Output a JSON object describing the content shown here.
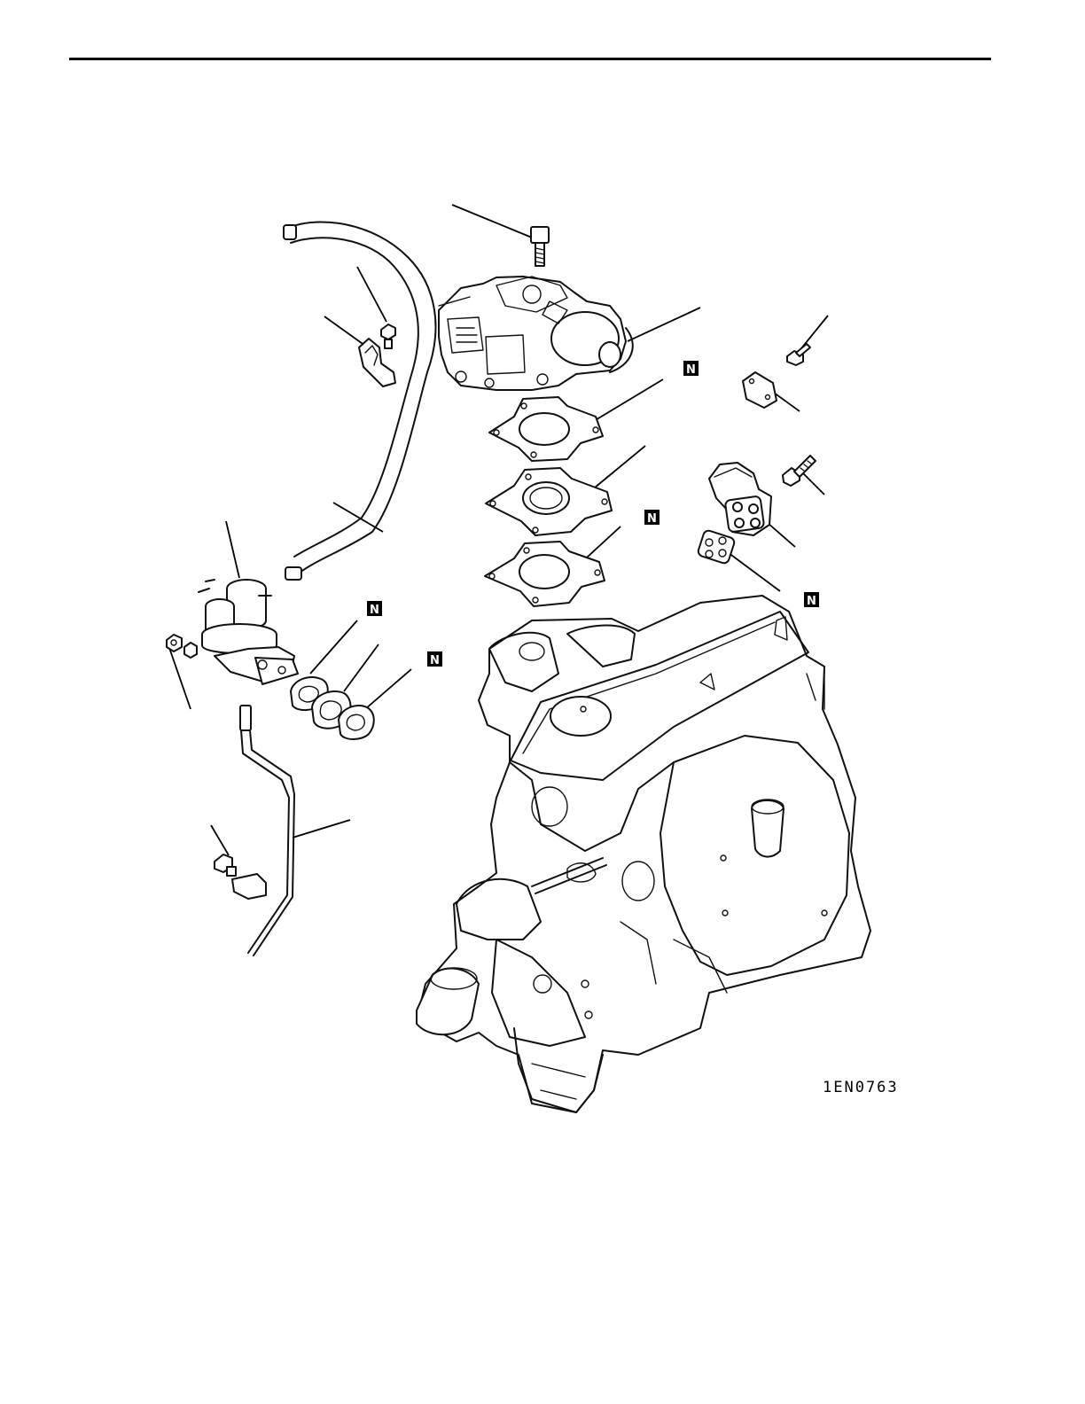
{
  "figure": {
    "code": "1EN0763",
    "new_part_mark": "N"
  },
  "new_part_badges": [
    {
      "id": "badge-carb-gasket",
      "label": "N"
    },
    {
      "id": "badge-spacer-gasket",
      "label": "N"
    },
    {
      "id": "badge-fuel-pump-gasket-1",
      "label": "N"
    },
    {
      "id": "badge-fuel-pump-gasket-2",
      "label": "N"
    },
    {
      "id": "badge-egr-gasket",
      "label": "N"
    }
  ],
  "parts": [
    "carburetor-bolt",
    "carburetor",
    "carburetor-gasket",
    "spacer",
    "spacer-gasket",
    "cover-bolt",
    "cover",
    "egr-bolt",
    "egr-valve",
    "egr-gasket",
    "bracket-bolt",
    "hose-clamp-bracket",
    "fuel-hose",
    "fuel-pump",
    "fuel-pump-nut",
    "fuel-pump-gasket",
    "insulator",
    "dipstick-bolt",
    "oil-dipstick-guide",
    "engine-block"
  ]
}
